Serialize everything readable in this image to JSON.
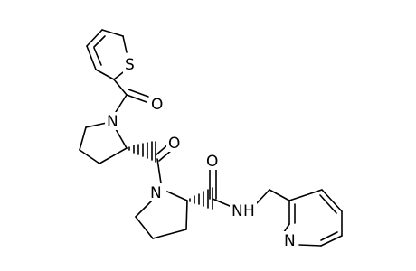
{
  "molecule": {
    "atom_labels": {
      "sulfur": "S",
      "oxygen_thiophene_carbonyl": "O",
      "nitrogen_pyrrolidine_1": "N",
      "oxygen_prolyl_carbonyl": "O",
      "nitrogen_pyrrolidine_2": "N",
      "oxygen_amide": "O",
      "nitrogen_amide": "N",
      "hydrogen_amide": "H",
      "nitrogen_pyridine": "N"
    }
  }
}
